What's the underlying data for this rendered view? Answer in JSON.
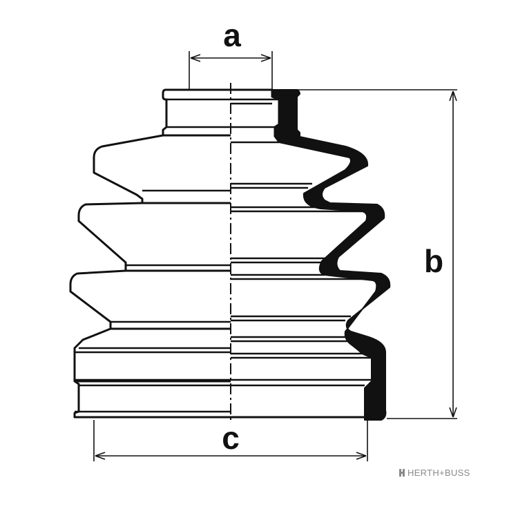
{
  "diagram": {
    "labels": {
      "a": "a",
      "b": "b",
      "c": "c"
    },
    "brand": "HERTH+BUSS"
  },
  "colors": {
    "line": "#111111",
    "background": "#ffffff",
    "brand_text": "#8a8a8a"
  }
}
